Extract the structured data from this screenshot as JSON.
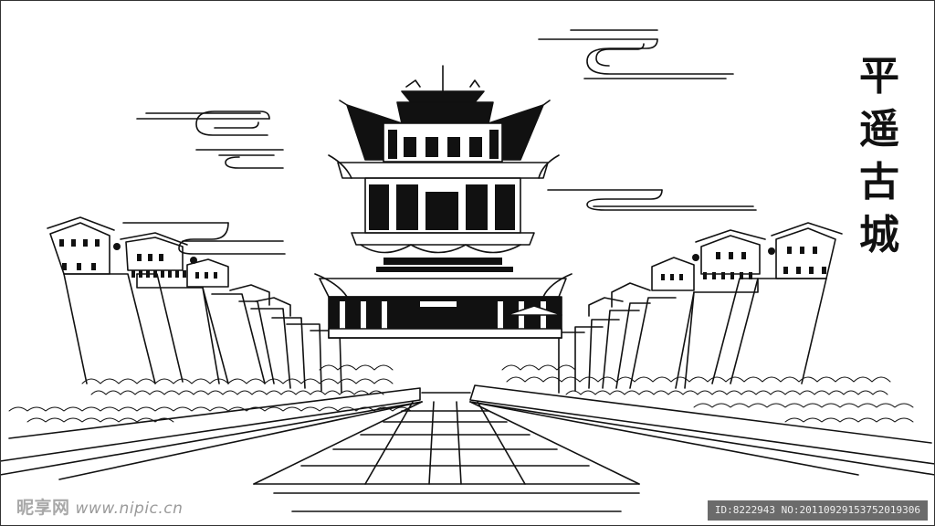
{
  "title": {
    "chars": [
      "平",
      "遥",
      "古",
      "城"
    ]
  },
  "watermark": {
    "site_logo": "昵享网",
    "site_url": "www.nipic.cn",
    "id_line": "ID:8222943 NO:20110929153752019306"
  },
  "colors": {
    "ink": "#111111",
    "background": "#ffffff",
    "watermark_bar": "#6b6b6b"
  }
}
